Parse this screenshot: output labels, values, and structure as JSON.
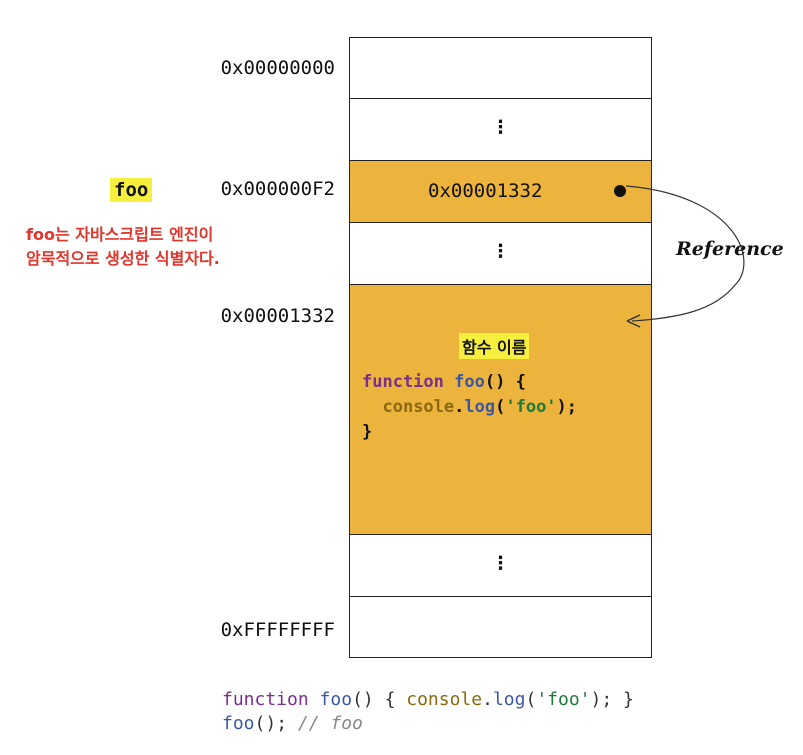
{
  "memory": {
    "addresses": {
      "start": "0x00000000",
      "foo_var": "0x000000F2",
      "function": "0x00001332",
      "end": "0xFFFFFFFF"
    },
    "foo_value": "0x00001332",
    "ellipsis": "⋮"
  },
  "identifier_label": "foo",
  "note": {
    "line1": "foo는 자바스크립트 엔진이",
    "line2": "암묵적으로 생성한 식별자다."
  },
  "reference_label": "Reference",
  "function_name_tag": "함수 이름",
  "function_code": {
    "l1_kw": "function",
    "l1_name": "foo",
    "l1_rest": "() {",
    "l2_indent": "  ",
    "l2_obj": "console",
    "l2_dot": ".",
    "l2_method": "log",
    "l2_open": "(",
    "l2_str": "'foo'",
    "l2_close": ");",
    "l3": "}"
  },
  "bottom_code": {
    "kw": "function",
    "name": "foo",
    "p1": "() { ",
    "obj": "console",
    "dot": ".",
    "method": "log",
    "open": "(",
    "str": "'foo'",
    "close": "); }",
    "call": "foo",
    "call_rest": "(); ",
    "comment": "// foo"
  }
}
